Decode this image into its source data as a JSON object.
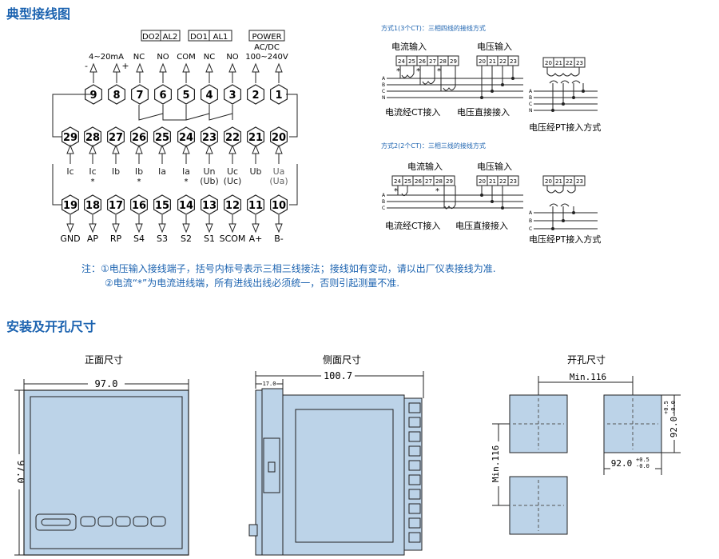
{
  "titles": {
    "wiring": "典型接线图",
    "install": "安装及开孔尺寸"
  },
  "relay_boxes": [
    "DO2",
    "AL2",
    "DO1",
    "AL1",
    "POWER"
  ],
  "power_label": "AC/DC",
  "power_range": "100~240V",
  "top_signals": [
    "4~20mA",
    "NC",
    "NO",
    "COM",
    "NC",
    "NO"
  ],
  "polarity": [
    "-",
    "+"
  ],
  "top_terminals": [
    "9",
    "8",
    "7",
    "6",
    "5",
    "4",
    "3",
    "2",
    "1"
  ],
  "mid_terminals": [
    "29",
    "28",
    "27",
    "26",
    "25",
    "24",
    "23",
    "22",
    "21",
    "20"
  ],
  "mid_labels": [
    "Ic",
    "Ic",
    "Ib",
    "Ib",
    "Ia",
    "Ia",
    "Un",
    "Uc",
    "Ub",
    "Ua"
  ],
  "mid_sublabels": [
    "(Ub)",
    "(Uc)",
    "(Ua)"
  ],
  "star": "*",
  "bottom_terminals": [
    "19",
    "18",
    "17",
    "16",
    "15",
    "14",
    "13",
    "12",
    "11",
    "10"
  ],
  "bottom_labels": [
    "GND",
    "AP",
    "RP",
    "S4",
    "S3",
    "S2",
    "S1",
    "SCOM",
    "A+",
    "B-"
  ],
  "mode1": {
    "title": "方式1(3个CT)：三相四线的接线方式",
    "current_input": "电流输入",
    "voltage_input": "电压输入",
    "current_terms": [
      "24",
      "25",
      "26",
      "27",
      "28",
      "29"
    ],
    "voltage_terms": [
      "20",
      "21",
      "22",
      "23"
    ],
    "phases": [
      "A",
      "B",
      "C",
      "N"
    ],
    "ct_label": "电流经CT接入",
    "direct_label": "电压直接接入",
    "pt_label": "电压经PT接入方式"
  },
  "mode2": {
    "title": "方式2(2个CT)：三相三线的接线方式",
    "current_input": "电流输入",
    "voltage_input": "电压输入",
    "current_terms": [
      "24",
      "25",
      "26",
      "27",
      "28",
      "29"
    ],
    "voltage_terms": [
      "20",
      "21",
      "22",
      "23"
    ],
    "phases": [
      "A",
      "B",
      "C"
    ],
    "ct_label": "电流经CT接入",
    "direct_label": "电压直接接入",
    "pt_label": "电压经PT接入方式"
  },
  "notes": {
    "line1": "注：①电压输入接线端子，括号内标号表示三相三线接法；接线如有变动，请以出厂仪表接线为准.",
    "line2": "②电流“*”为电流进线端，所有进线出线必须统一，否则引起测量不准."
  },
  "dimensions": {
    "front_title": "正面尺寸",
    "side_title": "侧面尺寸",
    "cutout_title": "开孔尺寸",
    "front_width": "97.0",
    "front_height": "97.0",
    "side_depth": "100.7",
    "side_front": "17.0",
    "cut_min_h": "Min.116",
    "cut_min_v": "Min.116",
    "cut_size_v": "92.0",
    "cut_size_h": "92.0",
    "tol_plus": "+0.5",
    "tol_minus": "-0.0"
  },
  "colors": {
    "accent": "#1c63b0",
    "panel": "#bcd3e8",
    "panel_inner": "#dfeaf5"
  }
}
